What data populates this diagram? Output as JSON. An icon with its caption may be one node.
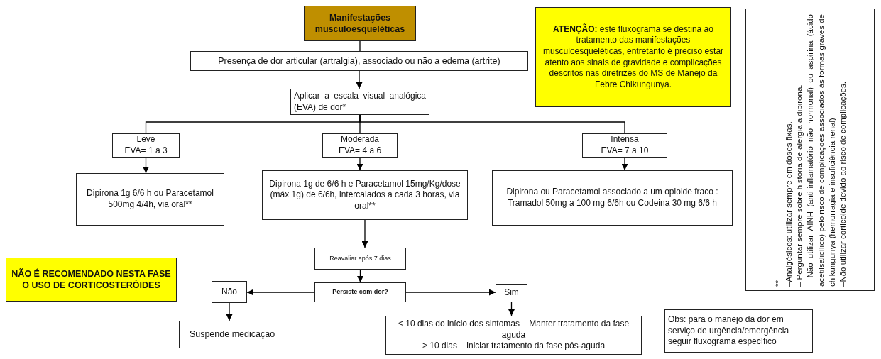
{
  "diagram": {
    "nodes": [
      {
        "text": [
          "Manifestações musculoesqueléticas"
        ]
      },
      {
        "text": [
          "Presença de dor articular (artralgia), associado ou não a edema (artrite)"
        ]
      },
      {
        "text": [
          "Aplicar a escala visual analógica (EVA) de dor*"
        ]
      },
      {
        "text": [
          "Leve",
          "EVA= 1 a 3"
        ]
      },
      {
        "text": [
          "Moderada",
          "EVA= 4 a 6"
        ]
      },
      {
        "text": [
          "Intensa",
          "EVA= 7 a 10"
        ]
      },
      {
        "text": [
          "Dipirona 1g 6/6 h ou Paracetamol 500mg 4/4h, via oral**"
        ]
      },
      {
        "text": [
          "Dipirona 1g  de 6/6 h e Paracetamol 15mg/Kg/dose (máx 1g) de 6/6h, intercalados a cada 3 horas, via oral**"
        ]
      },
      {
        "text": [
          "Dipirona ou Paracetamol associado a um opioide fraco : Tramadol 50mg a 100 mg 6/6h ou Codeina 30 mg 6/6 h"
        ]
      },
      {
        "text": [
          "Reavaliar após 7 dias"
        ]
      },
      {
        "text": [
          "Persiste com dor?"
        ]
      },
      {
        "text": [
          "Não"
        ]
      },
      {
        "text": [
          "Sim"
        ]
      },
      {
        "text": [
          "Suspende medicação"
        ]
      },
      {
        "text": [
          "< 10 dias do início dos sintomas – Manter tratamento da fase aguda",
          "> 10 dias – iniciar tratamento da fase pós-aguda"
        ]
      },
      {
        "text": [
          "**ATENÇÃO:**  este fluxograma se destina ao tratamento das manifestações musculoesqueléticas, entretanto é preciso estar atento aos sinais de gravidade e complicações descritos nas diretrizes do MS de Manejo da Febre Chikungunya."
        ]
      },
      {
        "text": [
          "NÃO É RECOMENDADO NESTA FASE O USO DE CORTICOSTERÓIDES"
        ]
      },
      {
        "text": [
          "**",
          "–Analgésicos: utilizar sempre em doses fixas.",
          "– Perguntar sempre sobre história de alergia a dipirona.",
          "– Não utilizar AINH (anti-inflamatório não hormonal) ou aspirina (ácido acetilsalicílico) pelo risco de complicações associados às formas graves de chikungunya (hemorragia e insuficiência renal)",
          "–Não utilizar corticoide devido ao risco de complicações."
        ]
      },
      {
        "text": [
          "Obs: para o manejo da dor em serviço de urgência/emergência seguir fluxograma específico"
        ]
      }
    ],
    "edges": [
      {
        "from": 0,
        "to": 1,
        "arrow": "none"
      },
      {
        "from": 1,
        "to": 2,
        "arrow": "to"
      },
      {
        "from": 2,
        "to": 3,
        "arrow": "none"
      },
      {
        "from": 2,
        "to": 4,
        "arrow": "none"
      },
      {
        "from": 2,
        "to": 5,
        "arrow": "none"
      },
      {
        "from": 3,
        "to": 6,
        "arrow": "to"
      },
      {
        "from": 4,
        "to": 7,
        "arrow": "to"
      },
      {
        "from": 5,
        "to": 8,
        "arrow": "to"
      },
      {
        "from": 7,
        "to": 9,
        "arrow": "to"
      },
      {
        "from": 9,
        "to": 10,
        "arrow": "to"
      },
      {
        "from": 10,
        "to": 11,
        "arrow": "to"
      },
      {
        "from": 10,
        "to": 12,
        "arrow": "to"
      },
      {
        "from": 11,
        "to": 13,
        "arrow": "to"
      },
      {
        "from": 12,
        "to": 14,
        "arrow": "to"
      }
    ]
  }
}
